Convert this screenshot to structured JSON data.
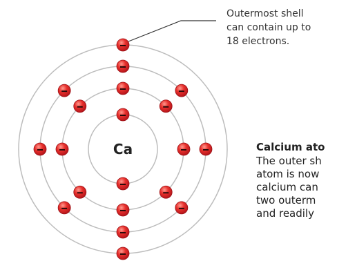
{
  "annotation": {
    "lines": [
      "Outermost shell",
      "can contain up to",
      "18 electrons."
    ]
  },
  "nucleus": {
    "label": "Ca"
  },
  "description": {
    "title": "Calcium ato",
    "lines": [
      "The outer sh",
      "atom is now",
      "calcium can",
      "two outerm",
      "and readily"
    ]
  },
  "shells": [
    {
      "name": "shell-1",
      "electrons": 2
    },
    {
      "name": "shell-2",
      "electrons": 8
    },
    {
      "name": "shell-3",
      "electrons": 8
    },
    {
      "name": "shell-4",
      "electrons": 2
    }
  ],
  "colors": {
    "electron": "#e0242b",
    "electron_highlight": "#ff8a80",
    "shell_line": "#b8b8b8",
    "leader_line": "#333333",
    "text": "#333333"
  }
}
